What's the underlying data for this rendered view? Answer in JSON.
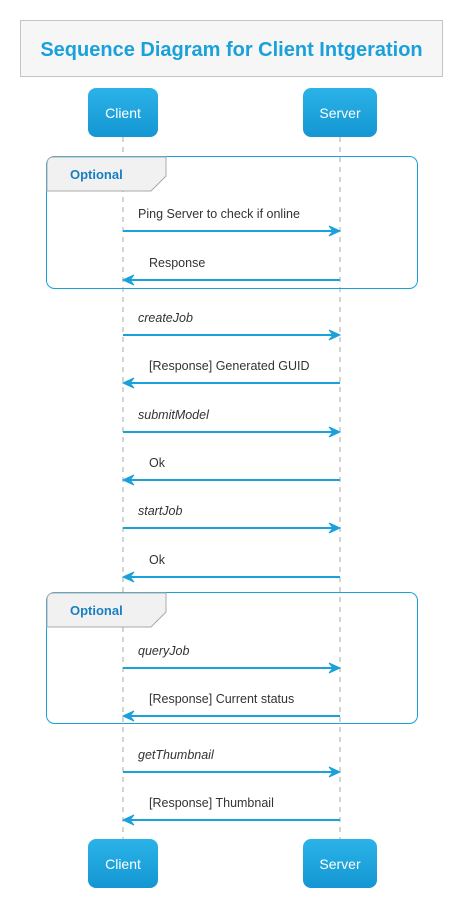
{
  "title": "Sequence Diagram for Client Intgeration",
  "participants": {
    "client": "Client",
    "server": "Server"
  },
  "groups": [
    {
      "label": "Optional"
    },
    {
      "label": "Optional"
    }
  ],
  "messages": [
    {
      "label": "Ping Server to check if online",
      "direction": "client-to-server",
      "italic": false
    },
    {
      "label": "Response",
      "direction": "server-to-client",
      "italic": false
    },
    {
      "label": "createJob",
      "direction": "client-to-server",
      "italic": true
    },
    {
      "label": "[Response] Generated GUID",
      "direction": "server-to-client",
      "italic": false
    },
    {
      "label": "submitModel",
      "direction": "client-to-server",
      "italic": true
    },
    {
      "label": "Ok",
      "direction": "server-to-client",
      "italic": false
    },
    {
      "label": "startJob",
      "direction": "client-to-server",
      "italic": true
    },
    {
      "label": "Ok",
      "direction": "server-to-client",
      "italic": false
    },
    {
      "label": "queryJob",
      "direction": "client-to-server",
      "italic": true
    },
    {
      "label": "[Response] Current status",
      "direction": "server-to-client",
      "italic": false
    },
    {
      "label": "getThumbnail",
      "direction": "client-to-server",
      "italic": true
    },
    {
      "label": "[Response] Thumbnail",
      "direction": "server-to-client",
      "italic": false
    }
  ],
  "colors": {
    "accent": "#1aa1db",
    "group_border": "#1aa1db",
    "participant_fill": "#1aa1db",
    "lifeline": "#aaaaaa"
  }
}
